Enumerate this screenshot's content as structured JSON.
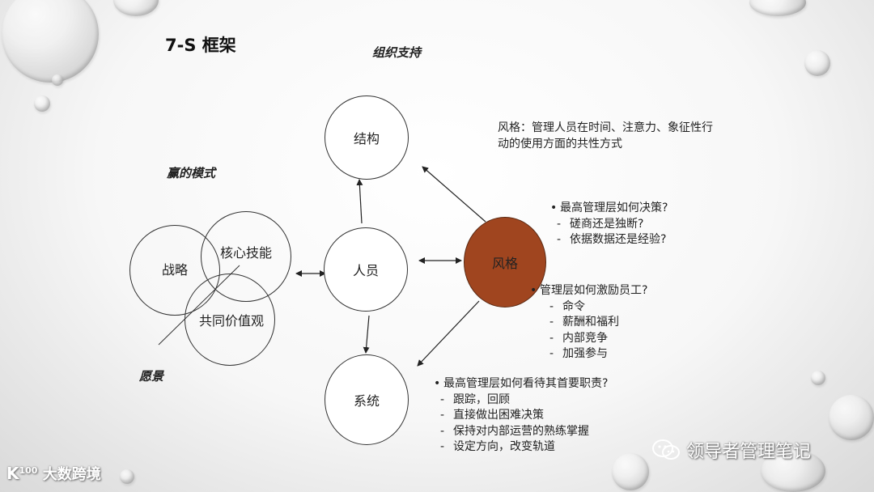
{
  "title": "7-S 框架",
  "labels": {
    "org_support": "组织支持",
    "win_model": "赢的模式",
    "vision": "愿景"
  },
  "circles": {
    "structure": "结构",
    "people": "人员",
    "systems": "系统",
    "style": "风格",
    "strategy": "战略",
    "core_skills": "核心技能",
    "shared_values": "共同价值观"
  },
  "style_definition": {
    "line1": "风格：管理人员在时间、注意力、象征性行",
    "line2": "动的使用方面的共性方式"
  },
  "decision": {
    "header": "最高管理层如何决策?",
    "items": [
      "磋商还是独断?",
      "依据数据还是经验?"
    ]
  },
  "motivation": {
    "header": "管理层如何激励员工?",
    "items": [
      "命令",
      "薪酬和福利",
      "内部竞争",
      "加强参与"
    ]
  },
  "duties": {
    "header": "最高管理层如何看待其首要职责?",
    "items": [
      "跟踪，回顾",
      "直接做出困难决策",
      "保持对内部运营的熟练掌握",
      "设定方向，改变轨道"
    ]
  },
  "symbols": {
    "bullet": "•",
    "dash": "-"
  },
  "colors": {
    "style_fill": "#a0451f"
  },
  "branding": {
    "logo_prefix": "K",
    "logo_digits": "100",
    "logo_text": "大数跨境",
    "watermark": "领导者管理笔记",
    "watermark_icon": "wechat-icon"
  }
}
